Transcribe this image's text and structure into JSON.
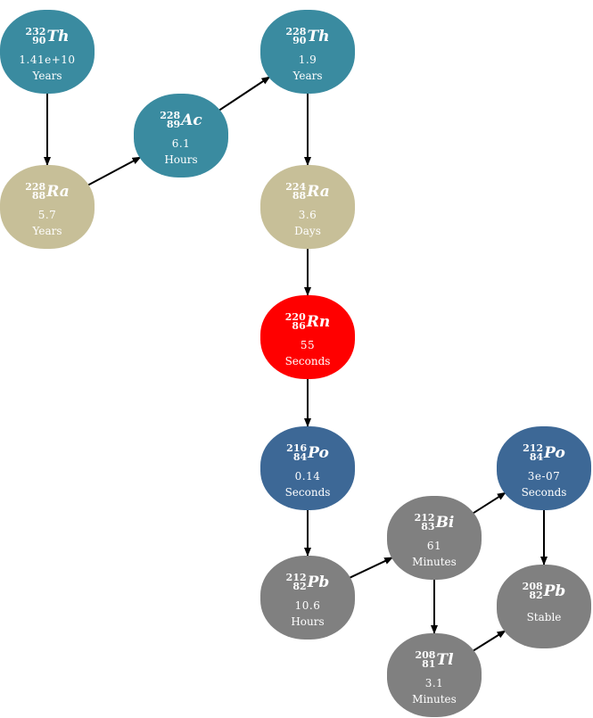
{
  "colors": {
    "thorium_actinium": "#3a8ba0",
    "radium": "#c7bf98",
    "radon": "#ff0000",
    "polonium": "#3d6896",
    "lead_bismuth_thallium": "#808080",
    "arrow": "#000000"
  },
  "nodes": [
    {
      "id": "th232",
      "mass": "232",
      "atomic": "90",
      "symbol": "Th",
      "half_life": "1.41e+10",
      "unit": "Years",
      "color": "#3a8ba0"
    },
    {
      "id": "ra228",
      "mass": "228",
      "atomic": "88",
      "symbol": "Ra",
      "half_life": "5.7",
      "unit": "Years",
      "color": "#c7bf98"
    },
    {
      "id": "ac228",
      "mass": "228",
      "atomic": "89",
      "symbol": "Ac",
      "half_life": "6.1",
      "unit": "Hours",
      "color": "#3a8ba0"
    },
    {
      "id": "th228",
      "mass": "228",
      "atomic": "90",
      "symbol": "Th",
      "half_life": "1.9",
      "unit": "Years",
      "color": "#3a8ba0"
    },
    {
      "id": "ra224",
      "mass": "224",
      "atomic": "88",
      "symbol": "Ra",
      "half_life": "3.6",
      "unit": "Days",
      "color": "#c7bf98"
    },
    {
      "id": "rn220",
      "mass": "220",
      "atomic": "86",
      "symbol": "Rn",
      "half_life": "55",
      "unit": "Seconds",
      "color": "#ff0000"
    },
    {
      "id": "po216",
      "mass": "216",
      "atomic": "84",
      "symbol": "Po",
      "half_life": "0.14",
      "unit": "Seconds",
      "color": "#3d6896"
    },
    {
      "id": "pb212",
      "mass": "212",
      "atomic": "82",
      "symbol": "Pb",
      "half_life": "10.6",
      "unit": "Hours",
      "color": "#808080"
    },
    {
      "id": "bi212",
      "mass": "212",
      "atomic": "83",
      "symbol": "Bi",
      "half_life": "61",
      "unit": "Minutes",
      "color": "#808080"
    },
    {
      "id": "po212",
      "mass": "212",
      "atomic": "84",
      "symbol": "Po",
      "half_life": "3e-07",
      "unit": "Seconds",
      "color": "#3d6896"
    },
    {
      "id": "tl208",
      "mass": "208",
      "atomic": "81",
      "symbol": "Tl",
      "half_life": "3.1",
      "unit": "Minutes",
      "color": "#808080"
    },
    {
      "id": "pb208",
      "mass": "208",
      "atomic": "82",
      "symbol": "Pb",
      "half_life": "",
      "unit": "Stable",
      "color": "#808080"
    }
  ],
  "edges": [
    [
      "th232",
      "ra228"
    ],
    [
      "ra228",
      "ac228"
    ],
    [
      "ac228",
      "th228"
    ],
    [
      "th228",
      "ra224"
    ],
    [
      "ra224",
      "rn220"
    ],
    [
      "rn220",
      "po216"
    ],
    [
      "po216",
      "pb212"
    ],
    [
      "pb212",
      "bi212"
    ],
    [
      "bi212",
      "po212"
    ],
    [
      "bi212",
      "tl208"
    ],
    [
      "po212",
      "pb208"
    ],
    [
      "tl208",
      "pb208"
    ]
  ]
}
